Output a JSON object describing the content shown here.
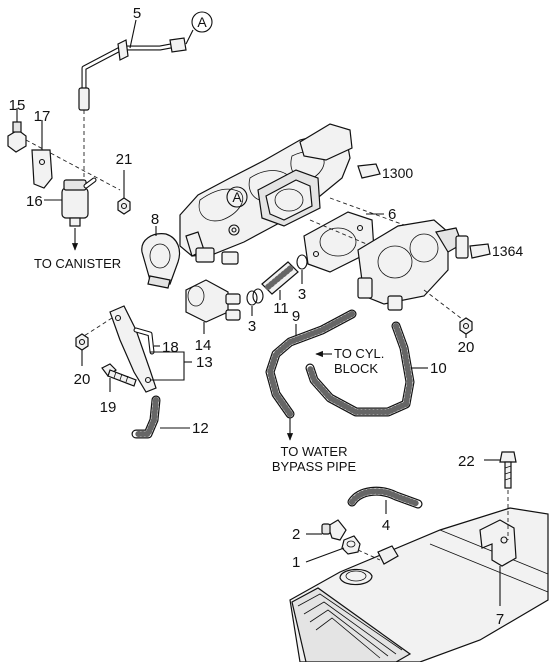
{
  "callouts": {
    "p1": "1",
    "p2": "2",
    "p3a": "3",
    "p3b": "3",
    "p4": "4",
    "p5": "5",
    "p6": "6",
    "p7": "7",
    "p8": "8",
    "p9": "9",
    "p10": "10",
    "p11": "11",
    "p12": "12",
    "p13": "13",
    "p14": "14",
    "p15": "15",
    "p16": "16",
    "p17": "17",
    "p18": "18",
    "p19": "19",
    "p20a": "20",
    "p20b": "20",
    "p21": "21",
    "p22": "22"
  },
  "refs": {
    "r1300": "1300",
    "r1364": "1364"
  },
  "markers": {
    "a_top": "A",
    "a_manifold": "A"
  },
  "notes": {
    "canister": "TO CANISTER",
    "cyl_line1": "TO CYL.",
    "cyl_line2": "BLOCK",
    "water_line1": "TO WATER",
    "water_line2": "BYPASS PIPE"
  }
}
